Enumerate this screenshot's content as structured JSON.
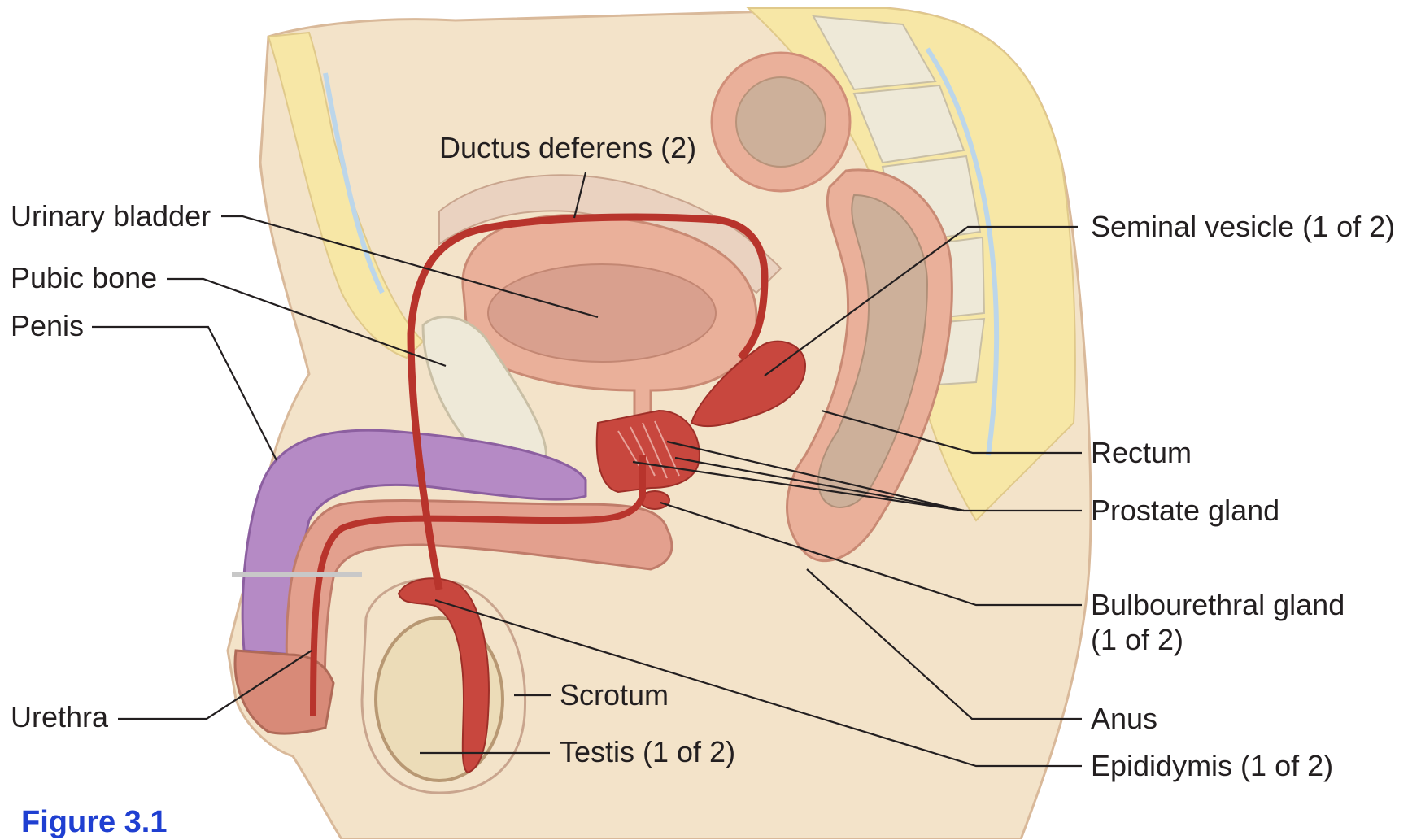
{
  "figure": {
    "label": "Figure 3.1",
    "label_color": "#1f3fd1"
  },
  "labels": {
    "ductus_deferens": "Ductus deferens (2)",
    "urinary_bladder": "Urinary bladder",
    "pubic_bone": "Pubic bone",
    "penis": "Penis",
    "urethra": "Urethra",
    "scrotum": "Scrotum",
    "testis": "Testis (1 of 2)",
    "seminal_vesicle": "Seminal vesicle (1 of 2)",
    "rectum": "Rectum",
    "prostate_gland": "Prostate gland",
    "bulbourethral_gland_line1": "Bulbourethral gland",
    "bulbourethral_gland_line2": "(1 of 2)",
    "anus": "Anus",
    "epididymis": "Epididymis (1 of 2)"
  },
  "colors": {
    "skin": "#f3e3c9",
    "fat": "#f7e7a6",
    "bone": "#eee9d8",
    "muscle_pink": "#eab09a",
    "duct_red": "#c8473e",
    "erectile_purple": "#b58ac5",
    "bladder_lumen": "#d9a08e",
    "rectum_lumen": "#cdb09a",
    "leader_line": "#231f20"
  }
}
